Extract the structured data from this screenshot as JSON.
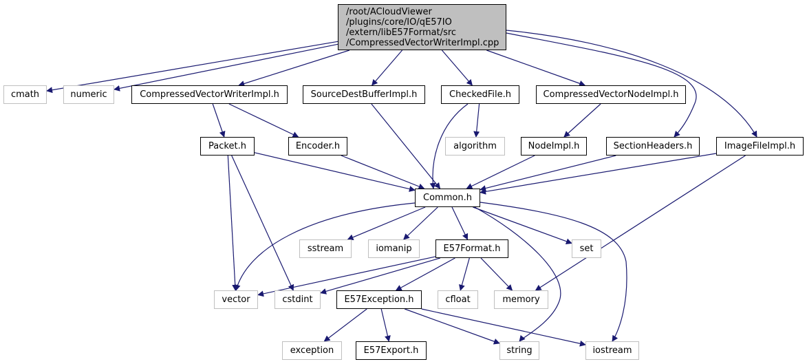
{
  "diagram": {
    "type": "include-dependency-graph",
    "edge_color": "#191970",
    "root": {
      "id": "root",
      "lines": [
        "/root/ACloudViewer",
        "/plugins/core/IO/qE57IO",
        "/extern/libE57Format/src",
        "/CompressedVectorWriterImpl.cpp"
      ]
    },
    "nodes": [
      {
        "id": "cmath",
        "label": "cmath",
        "kind": "external"
      },
      {
        "id": "numeric",
        "label": "numeric",
        "kind": "external"
      },
      {
        "id": "cvwi_h",
        "label": "CompressedVectorWriterImpl.h",
        "kind": "internal"
      },
      {
        "id": "sdbi_h",
        "label": "SourceDestBufferImpl.h",
        "kind": "internal"
      },
      {
        "id": "checked_h",
        "label": "CheckedFile.h",
        "kind": "internal"
      },
      {
        "id": "cvni_h",
        "label": "CompressedVectorNodeImpl.h",
        "kind": "internal"
      },
      {
        "id": "packet_h",
        "label": "Packet.h",
        "kind": "internal"
      },
      {
        "id": "encoder_h",
        "label": "Encoder.h",
        "kind": "internal"
      },
      {
        "id": "algorithm",
        "label": "algorithm",
        "kind": "external"
      },
      {
        "id": "nodeimpl_h",
        "label": "NodeImpl.h",
        "kind": "internal"
      },
      {
        "id": "section_h",
        "label": "SectionHeaders.h",
        "kind": "internal"
      },
      {
        "id": "ifi_h",
        "label": "ImageFileImpl.h",
        "kind": "internal"
      },
      {
        "id": "common_h",
        "label": "Common.h",
        "kind": "internal"
      },
      {
        "id": "sstream",
        "label": "sstream",
        "kind": "external"
      },
      {
        "id": "iomanip",
        "label": "iomanip",
        "kind": "external"
      },
      {
        "id": "e57format_h",
        "label": "E57Format.h",
        "kind": "internal"
      },
      {
        "id": "set",
        "label": "set",
        "kind": "external"
      },
      {
        "id": "vector",
        "label": "vector",
        "kind": "external"
      },
      {
        "id": "cstdint",
        "label": "cstdint",
        "kind": "external"
      },
      {
        "id": "e57exc_h",
        "label": "E57Exception.h",
        "kind": "internal"
      },
      {
        "id": "cfloat",
        "label": "cfloat",
        "kind": "external"
      },
      {
        "id": "memory",
        "label": "memory",
        "kind": "external"
      },
      {
        "id": "exception",
        "label": "exception",
        "kind": "external"
      },
      {
        "id": "e57export_h",
        "label": "E57Export.h",
        "kind": "internal"
      },
      {
        "id": "string",
        "label": "string",
        "kind": "external"
      },
      {
        "id": "iostream",
        "label": "iostream",
        "kind": "external"
      }
    ],
    "edges": [
      [
        "root",
        "cmath"
      ],
      [
        "root",
        "numeric"
      ],
      [
        "root",
        "cvwi_h"
      ],
      [
        "root",
        "sdbi_h"
      ],
      [
        "root",
        "checked_h"
      ],
      [
        "root",
        "cvni_h"
      ],
      [
        "root",
        "section_h"
      ],
      [
        "root",
        "ifi_h"
      ],
      [
        "cvwi_h",
        "packet_h"
      ],
      [
        "cvwi_h",
        "encoder_h"
      ],
      [
        "sdbi_h",
        "common_h"
      ],
      [
        "checked_h",
        "common_h"
      ],
      [
        "checked_h",
        "algorithm"
      ],
      [
        "cvni_h",
        "nodeimpl_h"
      ],
      [
        "packet_h",
        "common_h"
      ],
      [
        "packet_h",
        "vector"
      ],
      [
        "packet_h",
        "cstdint"
      ],
      [
        "encoder_h",
        "common_h"
      ],
      [
        "nodeimpl_h",
        "common_h"
      ],
      [
        "section_h",
        "common_h"
      ],
      [
        "ifi_h",
        "common_h"
      ],
      [
        "ifi_h",
        "memory"
      ],
      [
        "common_h",
        "vector"
      ],
      [
        "common_h",
        "sstream"
      ],
      [
        "common_h",
        "iomanip"
      ],
      [
        "common_h",
        "e57format_h"
      ],
      [
        "common_h",
        "set"
      ],
      [
        "common_h",
        "string"
      ],
      [
        "common_h",
        "iostream"
      ],
      [
        "e57format_h",
        "vector"
      ],
      [
        "e57format_h",
        "cstdint"
      ],
      [
        "e57format_h",
        "e57exc_h"
      ],
      [
        "e57format_h",
        "cfloat"
      ],
      [
        "e57format_h",
        "memory"
      ],
      [
        "e57exc_h",
        "exception"
      ],
      [
        "e57exc_h",
        "e57export_h"
      ],
      [
        "e57exc_h",
        "string"
      ],
      [
        "e57exc_h",
        "iostream"
      ]
    ]
  }
}
